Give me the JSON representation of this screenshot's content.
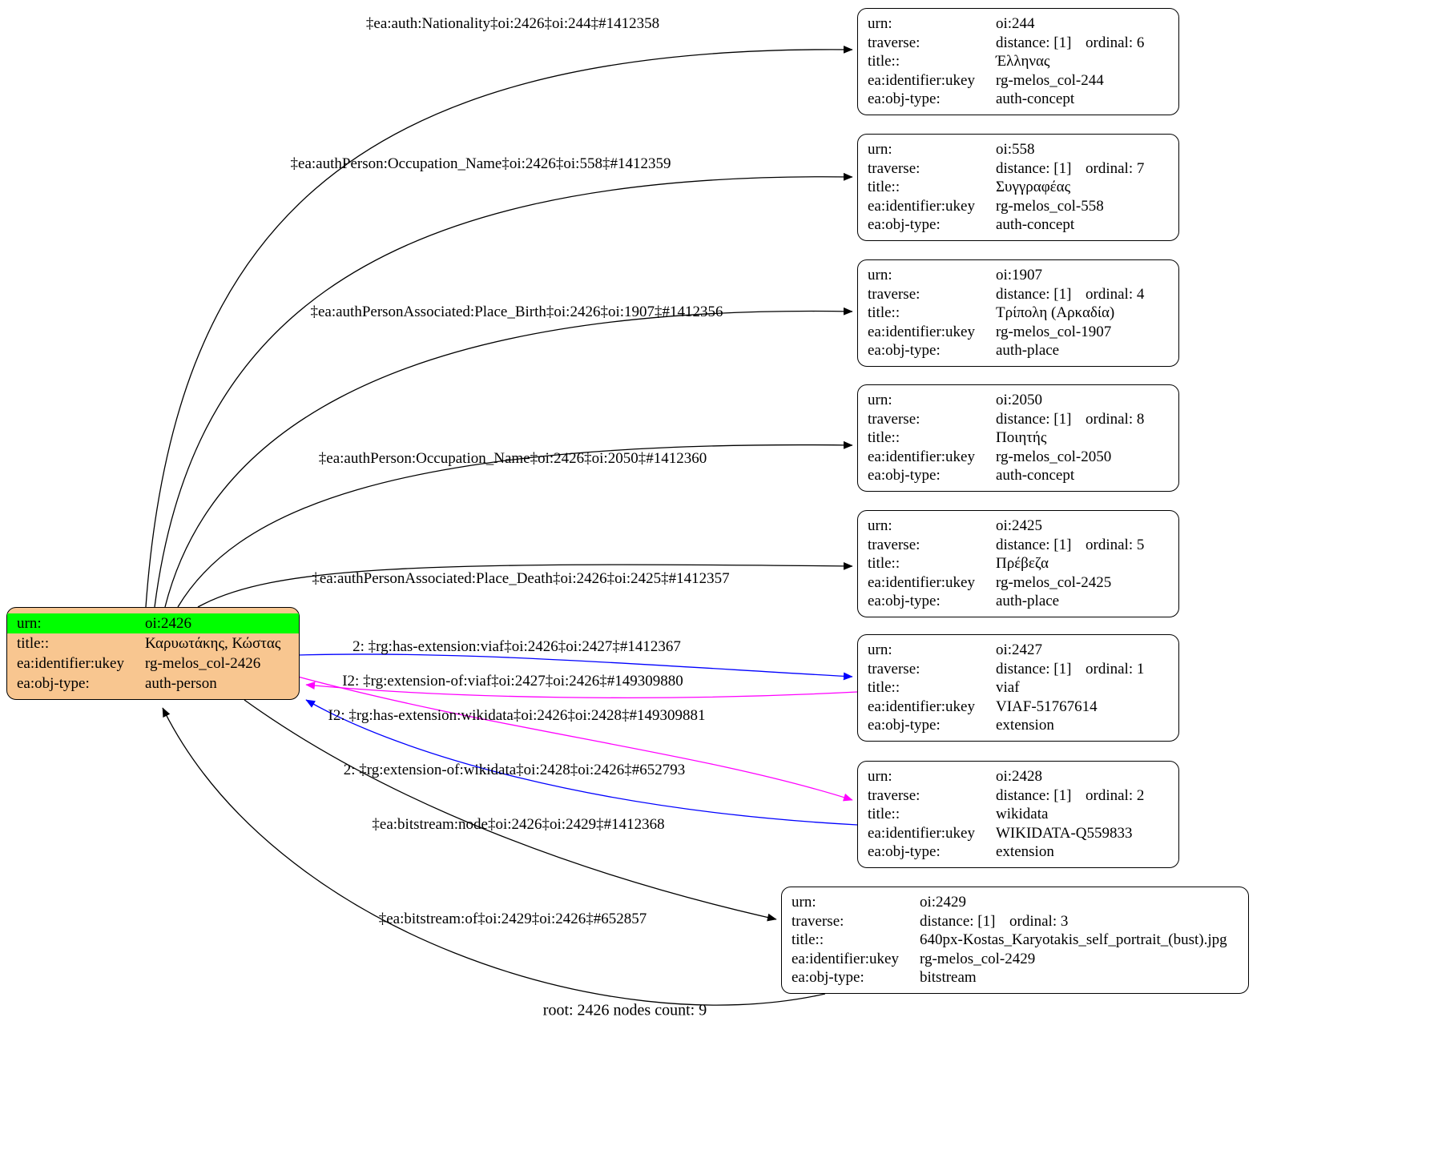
{
  "caption": "root: 2426 nodes count: 9",
  "field_labels": {
    "urn": "urn:",
    "traverse": "traverse:",
    "title": "title::",
    "identifier": "ea:identifier:ukey",
    "objtype": "ea:obj-type:"
  },
  "root": {
    "urn": "oi:2426",
    "title": "Καρυωτάκης, Κώστας",
    "identifier": "rg-melos_col-2426",
    "objtype": "auth-person"
  },
  "nodes": [
    {
      "urn": "oi:244",
      "distance": "distance: [1]",
      "ordinal": "ordinal: 6",
      "title": "Έλληνας",
      "identifier": "rg-melos_col-244",
      "objtype": "auth-concept"
    },
    {
      "urn": "oi:558",
      "distance": "distance: [1]",
      "ordinal": "ordinal: 7",
      "title": "Συγγραφέας",
      "identifier": "rg-melos_col-558",
      "objtype": "auth-concept"
    },
    {
      "urn": "oi:1907",
      "distance": "distance: [1]",
      "ordinal": "ordinal: 4",
      "title": "Τρίπολη (Αρκαδία)",
      "identifier": "rg-melos_col-1907",
      "objtype": "auth-place"
    },
    {
      "urn": "oi:2050",
      "distance": "distance: [1]",
      "ordinal": "ordinal: 8",
      "title": "Ποιητής",
      "identifier": "rg-melos_col-2050",
      "objtype": "auth-concept"
    },
    {
      "urn": "oi:2425",
      "distance": "distance: [1]",
      "ordinal": "ordinal: 5",
      "title": "Πρέβεζα",
      "identifier": "rg-melos_col-2425",
      "objtype": "auth-place"
    },
    {
      "urn": "oi:2427",
      "distance": "distance: [1]",
      "ordinal": "ordinal: 1",
      "title": "viaf",
      "identifier": "VIAF-51767614",
      "objtype": "extension"
    },
    {
      "urn": "oi:2428",
      "distance": "distance: [1]",
      "ordinal": "ordinal: 2",
      "title": "wikidata",
      "identifier": "WIKIDATA-Q559833",
      "objtype": "extension"
    },
    {
      "urn": "oi:2429",
      "distance": "distance: [1]",
      "ordinal": "ordinal: 3",
      "title": "640px-Kostas_Karyotakis_self_portrait_(bust).jpg",
      "identifier": "rg-melos_col-2429",
      "objtype": "bitstream"
    }
  ],
  "edges": [
    {
      "label": "‡ea:auth:Nationality‡oi:2426‡oi:244‡#1412358",
      "color": "black"
    },
    {
      "label": "‡ea:authPerson:Occupation_Name‡oi:2426‡oi:558‡#1412359",
      "color": "black"
    },
    {
      "label": "‡ea:authPersonAssociated:Place_Birth‡oi:2426‡oi:1907‡#1412356",
      "color": "black"
    },
    {
      "label": "‡ea:authPerson:Occupation_Name‡oi:2426‡oi:2050‡#1412360",
      "color": "black"
    },
    {
      "label": "‡ea:authPersonAssociated:Place_Death‡oi:2426‡oi:2425‡#1412357",
      "color": "black"
    },
    {
      "label": "2: ‡rg:has-extension:viaf‡oi:2426‡oi:2427‡#1412367",
      "color": "blue"
    },
    {
      "label": "I2: ‡rg:extension-of:viaf‡oi:2427‡oi:2426‡#149309880",
      "color": "magenta"
    },
    {
      "label": "I2: ‡rg:has-extension:wikidata‡oi:2426‡oi:2428‡#149309881",
      "color": "magenta"
    },
    {
      "label": "2: ‡rg:extension-of:wikidata‡oi:2428‡oi:2426‡#652793",
      "color": "blue"
    },
    {
      "label": "‡ea:bitstream:node‡oi:2426‡oi:2429‡#1412368",
      "color": "black"
    },
    {
      "label": "‡ea:bitstream:of‡oi:2429‡oi:2426‡#652857",
      "color": "black"
    }
  ],
  "colors": {
    "root_fill": "#f8c690",
    "urn_highlight": "#00ff00",
    "node_fill": "#ffffff",
    "border": "#000000",
    "edge_black": "#000000",
    "edge_blue": "#0000ff",
    "edge_magenta": "#ff00ff"
  }
}
